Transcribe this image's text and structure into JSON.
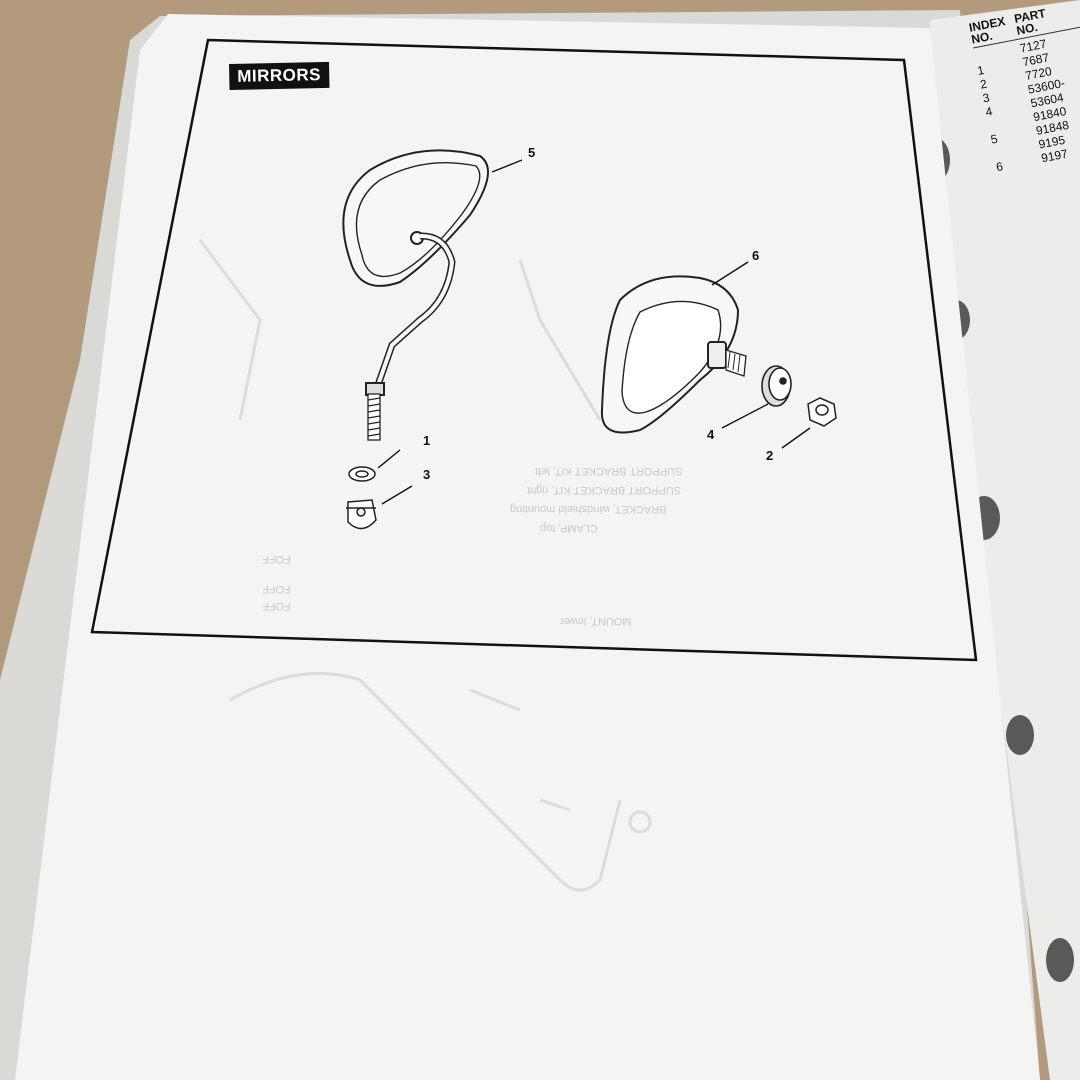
{
  "section_title": "MIRRORS",
  "callouts": [
    "5",
    "6",
    "1",
    "3",
    "4",
    "2"
  ],
  "table": {
    "header_top": [
      "INDEX",
      "PART"
    ],
    "header_bottom": [
      "NO.",
      "NO."
    ],
    "rows": [
      {
        "index": "",
        "part": "7127"
      },
      {
        "index": "1",
        "part": "7687"
      },
      {
        "index": "2",
        "part": "7720"
      },
      {
        "index": "3",
        "part": "53600-"
      },
      {
        "index": "4",
        "part": "53604"
      },
      {
        "index": "",
        "part": "91840"
      },
      {
        "index": "5",
        "part": "91848"
      },
      {
        "index": "",
        "part": "9195"
      },
      {
        "index": "6",
        "part": "9197"
      }
    ]
  },
  "bleed_through": [
    "SUPPORT BRACKET KIT, left",
    "SUPPORT BRACKET KIT, right",
    "BRACKET, windshield mounting",
    "CLAMP, top",
    "MOUNT, lower",
    "FOFF",
    "FOFF",
    "FOFF"
  ],
  "colors": {
    "paper": "#f4f4f2",
    "ink": "#111111",
    "background": "#b49a7d"
  }
}
